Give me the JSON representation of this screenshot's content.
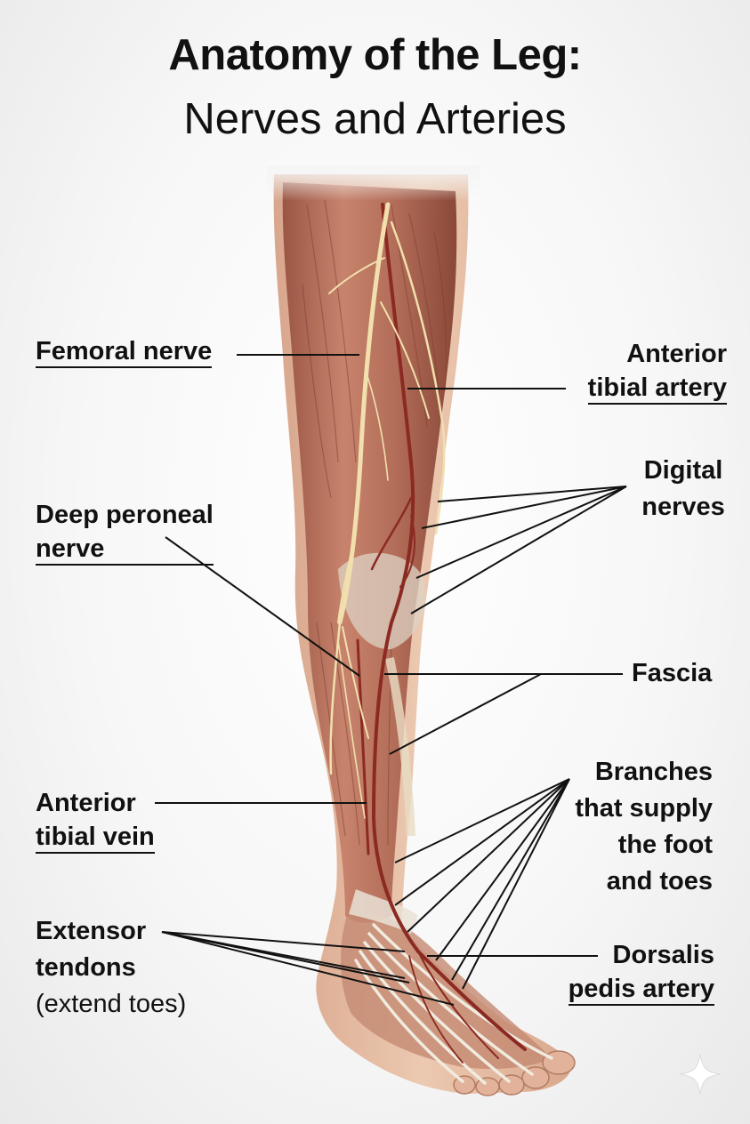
{
  "title": {
    "line1": "Anatomy of the Leg:",
    "line2": "Nerves and Arteries"
  },
  "labels": {
    "femoral_nerve": "Femoral nerve",
    "anterior_tibial_artery": [
      "Anterior",
      "tibial artery"
    ],
    "digital_nerves": [
      "Digital",
      "nerves"
    ],
    "deep_peroneal_nerve": [
      "Deep peroneal",
      "nerve"
    ],
    "fascia": "Fascia",
    "anterior_tibial_vein": [
      "Anterior",
      "tibial vein"
    ],
    "branches": [
      "Branches",
      "that supply",
      "the foot",
      "and toes"
    ],
    "extensor_tendons": [
      "Extensor",
      "tendons",
      "(extend toes)"
    ],
    "dorsalis_pedis_artery": [
      "Dorsalis",
      "pedis artery"
    ]
  },
  "colors": {
    "skin": "#e6c2a6",
    "muscle": "#b8735f",
    "muscle_dark": "#8e4a3a",
    "nerve": "#f2e2b0",
    "artery": "#8b2a22",
    "tendon": "#ece7dc",
    "leader_line": "#111111"
  }
}
